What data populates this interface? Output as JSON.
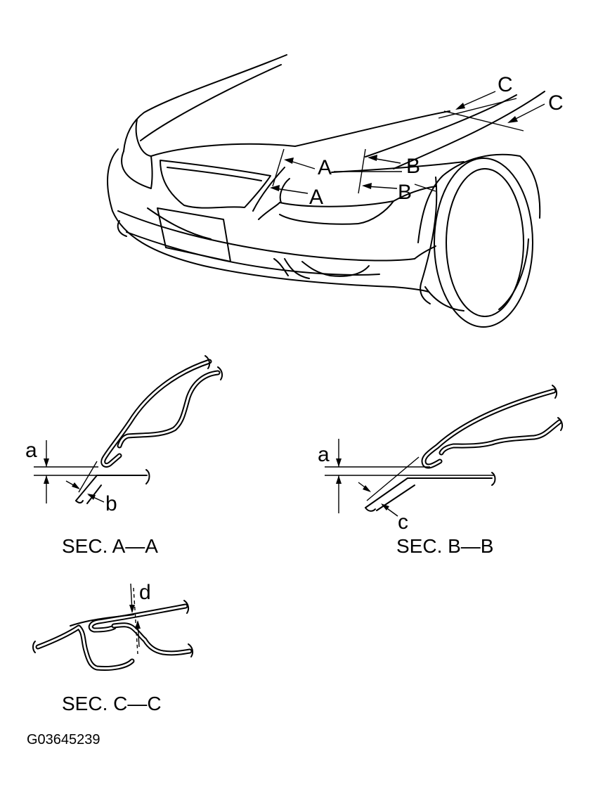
{
  "section_labels": {
    "A": "A",
    "B": "B",
    "C": "C"
  },
  "dimension_labels": {
    "a": "a",
    "b": "b",
    "c": "c",
    "d": "d"
  },
  "captions": {
    "sec_a": "SEC. A—A",
    "sec_b": "SEC. B—B",
    "sec_c": "SEC. C—C"
  },
  "figure_code": "G03645239"
}
